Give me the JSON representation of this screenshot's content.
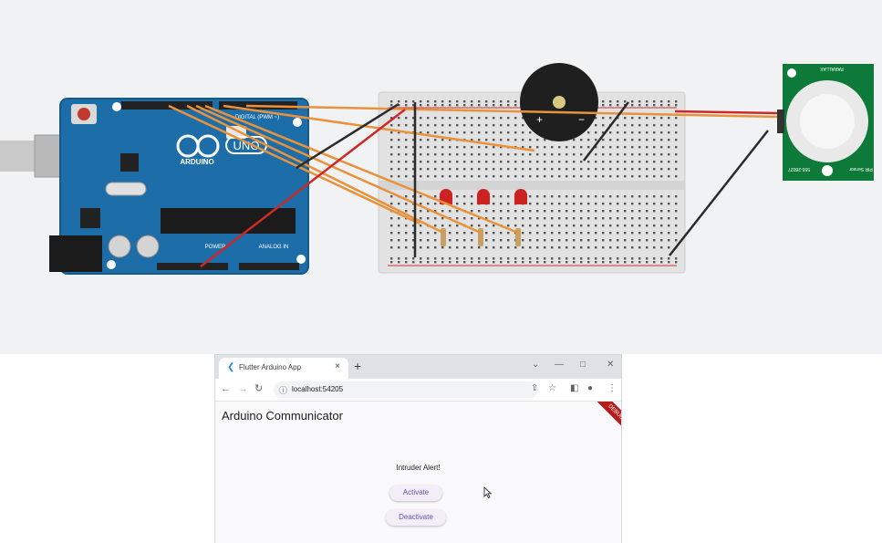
{
  "circuit": {
    "board_brand": "ARDUINO",
    "board_model": "UNO",
    "board_digital_label": "DIGITAL (PWM ~)",
    "board_power_label": "POWER",
    "board_analog_label": "ANALOG IN",
    "sensor_brand": "PARALLAX",
    "sensor_label": "PIR Sensor",
    "sensor_part": "555-28027",
    "buzzer_pos": "+",
    "buzzer_neg": "−",
    "wire_colors": {
      "signal": "#e8923c",
      "power": "#cc2a2a",
      "ground": "#2b2b2b"
    },
    "led_color": "#cc2222",
    "board_color": "#1d6ea8"
  },
  "browser": {
    "tab_title": "Flutter Arduino App",
    "tab_close": "×",
    "new_tab": "+",
    "url": "localhost:54205",
    "window_controls": [
      "⌄",
      "—",
      "□",
      "✕"
    ]
  },
  "app": {
    "title": "Arduino Communicator",
    "debug_banner": "DEBUG",
    "status": "Intruder Alert!",
    "activate_label": "Activate",
    "deactivate_label": "Deactivate"
  }
}
